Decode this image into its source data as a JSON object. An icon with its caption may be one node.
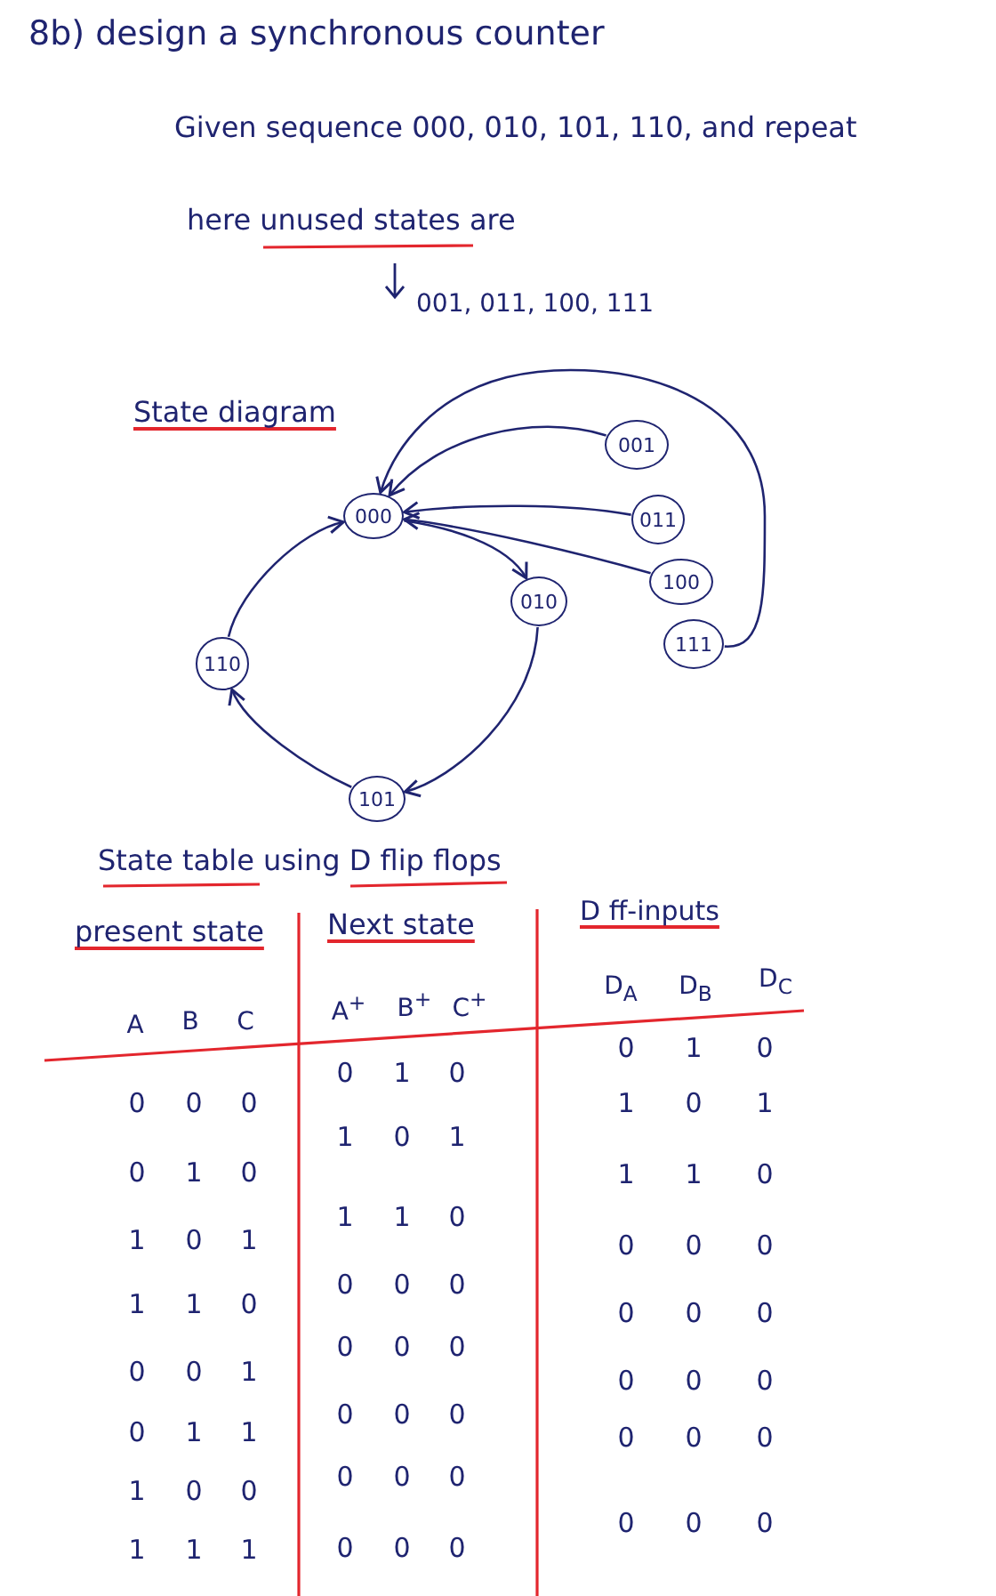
{
  "diagram": {
    "title": "8b) design a synchronous counter",
    "nodes": [
      {
        "text": [
          "000"
        ]
      },
      {
        "text": [
          "010"
        ]
      },
      {
        "text": [
          "101"
        ]
      },
      {
        "text": [
          "110"
        ]
      },
      {
        "text": [
          "001"
        ]
      },
      {
        "text": [
          "011"
        ]
      },
      {
        "text": [
          "100"
        ]
      },
      {
        "text": [
          "111"
        ]
      }
    ],
    "edges": [
      {
        "from": 0,
        "to": 1,
        "arrow": "to"
      },
      {
        "from": 1,
        "to": 2,
        "arrow": "to"
      },
      {
        "from": 2,
        "to": 3,
        "arrow": "to"
      },
      {
        "from": 3,
        "to": 0,
        "arrow": "to"
      },
      {
        "from": 4,
        "to": 0,
        "arrow": "to"
      },
      {
        "from": 5,
        "to": 0,
        "arrow": "to"
      },
      {
        "from": 6,
        "to": 0,
        "arrow": "to"
      },
      {
        "from": 7,
        "to": 0,
        "arrow": "to"
      }
    ],
    "labels": [
      "Given sequence 000, 010, 101, 110, and repeat",
      "here unused states are",
      "001, 011, 100, 111",
      "State diagram",
      "State table using D flip flops",
      "present state",
      "Next state",
      "D ff-inputs",
      "A",
      "B",
      "C",
      "A$^{+}$",
      "B$^{+}$",
      "C$^{+}$",
      "D$_{A}$",
      "D$_{B}$",
      "D$_{C}$",
      "0",
      "0",
      "0",
      "0",
      "1",
      "0",
      "0",
      "1",
      "0",
      "0",
      "1",
      "0",
      "1",
      "0",
      "1",
      "1",
      "0",
      "1",
      "1",
      "0",
      "1",
      "1",
      "1",
      "0",
      "1",
      "1",
      "0",
      "1",
      "1",
      "0",
      "0",
      "0",
      "0",
      "0",
      "0",
      "0",
      "0",
      "0",
      "1",
      "0",
      "0",
      "0",
      "0",
      "0",
      "0",
      "0",
      "1",
      "1",
      "0",
      "0",
      "0",
      "0",
      "0",
      "0",
      "1",
      "0",
      "0",
      "0",
      "0",
      "0",
      "0",
      "0",
      "0",
      "1",
      "1",
      "1",
      "0",
      "0",
      "0",
      "0",
      "0",
      "0"
    ]
  }
}
